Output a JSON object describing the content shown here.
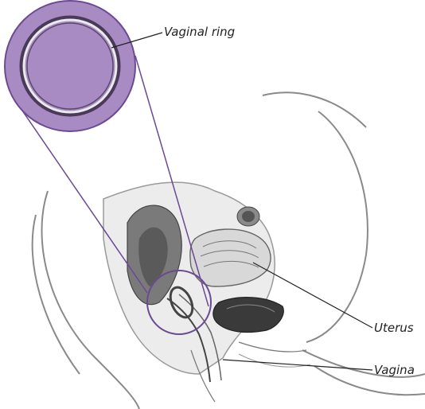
{
  "labels": {
    "ring": "Vaginal ring",
    "uterus": "Uterus",
    "vagina": "Vagina"
  },
  "colors": {
    "magnifier_fill": "#a98bc4",
    "magnifier_stroke": "#6a4a92",
    "ring_outer": "#5a4a6a",
    "leader_line": "#222222",
    "tissue_shadow": "#555555",
    "skin_outline": "#888888"
  }
}
